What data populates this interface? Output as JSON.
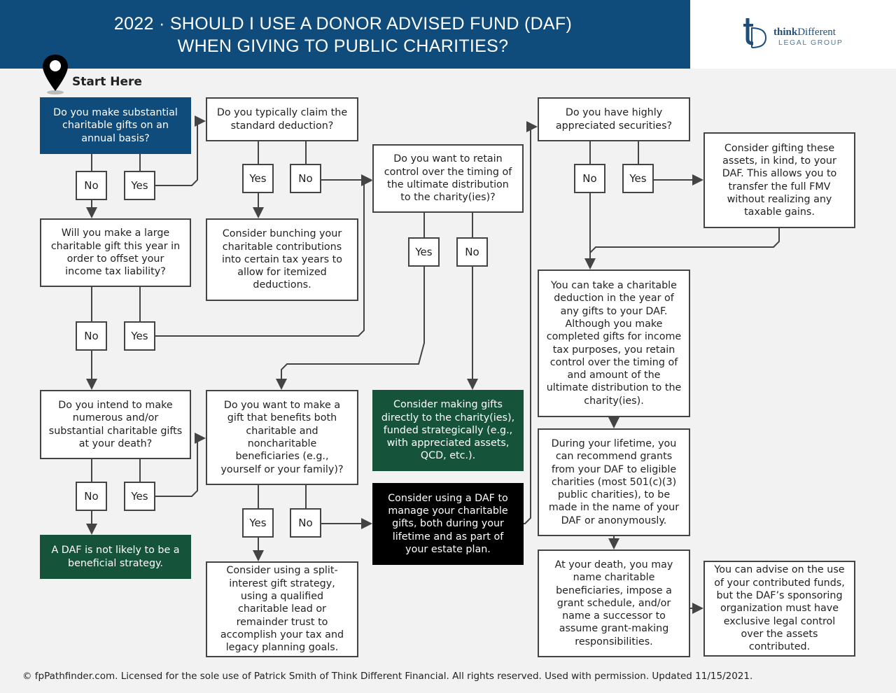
{
  "header": {
    "title_line1": "2022 · SHOULD I USE A DONOR ADVISED FUND (DAF)",
    "title_line2": "WHEN GIVING TO PUBLIC CHARITIES?"
  },
  "logo": {
    "word1_bold": "think",
    "word1": "Different",
    "word2": "LEGAL GROUP"
  },
  "start": "Start Here",
  "labels": {
    "yes": "Yes",
    "no": "No"
  },
  "nodes": {
    "q_substantial": "Do you make substantial charitable gifts on an annual basis?",
    "q_large_gift": "Will you make a large charitable gift this year in order to offset your income tax liability?",
    "q_death": "Do you intend to make numerous and/or substantial charitable gifts at your death?",
    "r_not_beneficial": "A DAF is not likely to be a beneficial strategy.",
    "q_standard": "Do you typically claim the standard deduction?",
    "r_bunching": "Consider bunching your charitable contributions into certain tax years to allow for itemized deductions.",
    "q_split": "Do you want to make a gift that benefits both charitable and noncharitable beneficiaries (e.g., yourself or your family)?",
    "r_split": "Consider using a split-interest gift strategy, using a qualified charitable lead or remainder trust to accomplish your tax and legacy planning goals.",
    "q_retain": "Do you want to retain control over the timing of the ultimate distribution to the charity(ies)?",
    "r_direct": "Consider making gifts directly to the charity(ies), funded strategically (e.g., with appreciated assets, QCD, etc.).",
    "r_use_daf": "Consider using a DAF to manage your charitable gifts, both during your lifetime and as part of your estate plan.",
    "q_securities": "Do you have highly appreciated securities?",
    "r_in_kind": "Consider gifting these assets, in kind, to your DAF. This allows you to transfer the full FMV without realizing any taxable gains.",
    "i_deduction": "You can take a charitable deduction in the year of any gifts to your DAF. Although you make completed gifts for income tax purposes, you retain control over the timing of and amount of the ultimate distribution to the charity(ies).",
    "i_lifetime": "During your lifetime, you can recommend grants from your DAF to eligible charities (most 501(c)(3) public charities), to be made in the name of your DAF or anonymously.",
    "i_death": "At your death, you may name charitable beneficiaries, impose a grant schedule, and/or name a successor to assume grant-making responsibilities.",
    "i_advise": "You can advise on the use of your contributed funds, but the DAF’s sponsoring organization must have exclusive legal control over the assets contributed."
  },
  "footer": "© fpPathfinder.com. Licensed for the sole use of Patrick Smith of Think Different Financial. All rights reserved. Used with permission. Updated 11/15/2021.",
  "colors": {
    "header": "#0f4c7c",
    "green": "#15543a",
    "black": "#000000"
  }
}
